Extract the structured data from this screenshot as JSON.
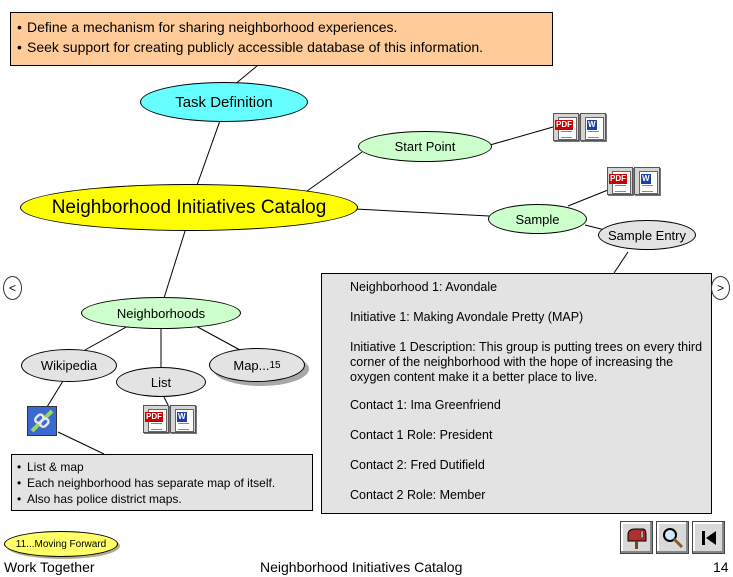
{
  "goals": [
    "Define a mechanism for sharing neighborhood experiences.",
    "Seek support for creating publicly accessible database of this information."
  ],
  "nodes": {
    "task_definition": "Task Definition",
    "catalog": "Neighborhood Initiatives Catalog",
    "start_point": "Start Point",
    "sample": "Sample",
    "sample_entry": "Sample Entry",
    "neighborhoods": "Neighborhoods",
    "wikipedia": "Wikipedia",
    "list": "List",
    "map": "Map...",
    "map_count": "15"
  },
  "neighborhood_notes": [
    "List & map",
    "Each neighborhood has separate map of itself.",
    "Also has police district maps."
  ],
  "sample_entry_fields": [
    "Neighborhood 1: Avondale",
    "Initiative 1: Making Avondale Pretty (MAP)",
    "Initiative 1 Description: This group is putting trees on every third corner of the neighborhood with the hope of increasing the oxygen content make it a better place to live.",
    "Contact 1: Ima Greenfriend",
    "Contact 1 Role: President",
    "Contact 2: Fred Dutifield",
    "Contact 2 Role: Member"
  ],
  "doc_icons": {
    "pdf": "PDF",
    "word": "W"
  },
  "nav": {
    "prev": "<",
    "next": ">"
  },
  "bottom_link": "11...Moving Forward",
  "footer": {
    "left": "Work Together",
    "center": "Neighborhood Initiatives Catalog",
    "page": "14"
  },
  "icons": [
    "mailbox-icon",
    "magnifier-icon",
    "first-page-icon",
    "link-chain-icon"
  ],
  "colors": {
    "yellow": "#ffff00",
    "cyan": "#66ffff",
    "green": "#ccffcc",
    "gray": "#e3e3e3",
    "note": "#ffcc99"
  }
}
